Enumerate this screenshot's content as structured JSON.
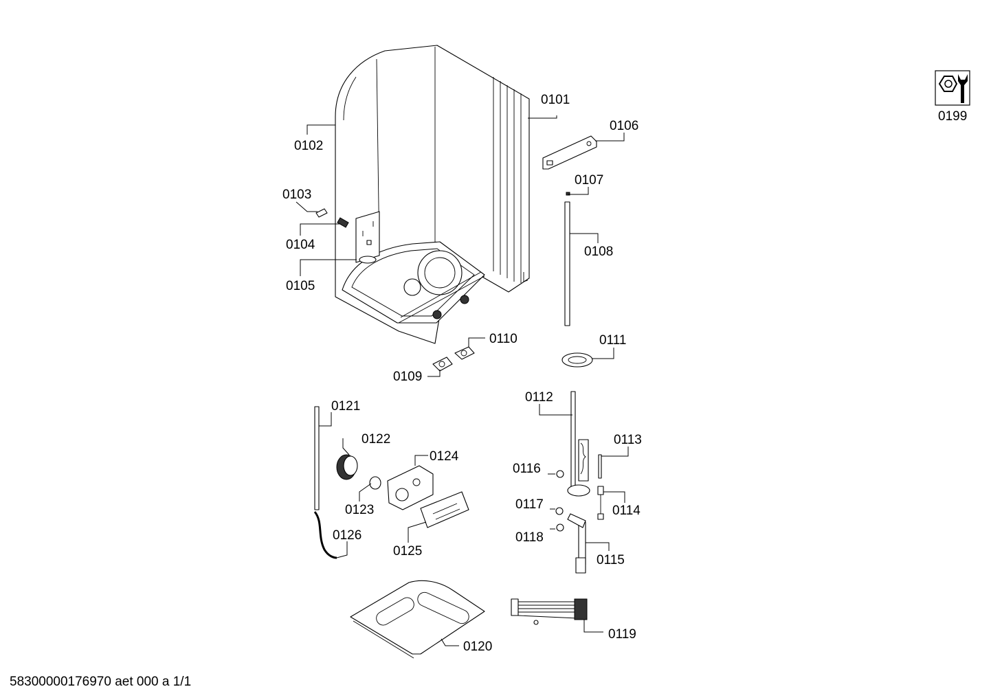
{
  "diagram": {
    "labels": [
      {
        "id": "0101",
        "text": "0101"
      },
      {
        "id": "0102",
        "text": "0102"
      },
      {
        "id": "0103",
        "text": "0103"
      },
      {
        "id": "0104",
        "text": "0104"
      },
      {
        "id": "0105",
        "text": "0105"
      },
      {
        "id": "0106",
        "text": "0106"
      },
      {
        "id": "0107",
        "text": "0107"
      },
      {
        "id": "0108",
        "text": "0108"
      },
      {
        "id": "0109",
        "text": "0109"
      },
      {
        "id": "0110",
        "text": "0110"
      },
      {
        "id": "0111",
        "text": "0111"
      },
      {
        "id": "0112",
        "text": "0112"
      },
      {
        "id": "0113",
        "text": "0113"
      },
      {
        "id": "0114",
        "text": "0114"
      },
      {
        "id": "0115",
        "text": "0115"
      },
      {
        "id": "0116",
        "text": "0116"
      },
      {
        "id": "0117",
        "text": "0117"
      },
      {
        "id": "0118",
        "text": "0118"
      },
      {
        "id": "0119",
        "text": "0119"
      },
      {
        "id": "0120",
        "text": "0120"
      },
      {
        "id": "0121",
        "text": "0121"
      },
      {
        "id": "0122",
        "text": "0122"
      },
      {
        "id": "0123",
        "text": "0123"
      },
      {
        "id": "0124",
        "text": "0124"
      },
      {
        "id": "0125",
        "text": "0125"
      },
      {
        "id": "0126",
        "text": "0126"
      },
      {
        "id": "0199",
        "text": "0199"
      }
    ],
    "footer": "58300000176970 aet 000 a 1/1",
    "icons": {
      "tools": "wrench-nut-icon"
    }
  }
}
